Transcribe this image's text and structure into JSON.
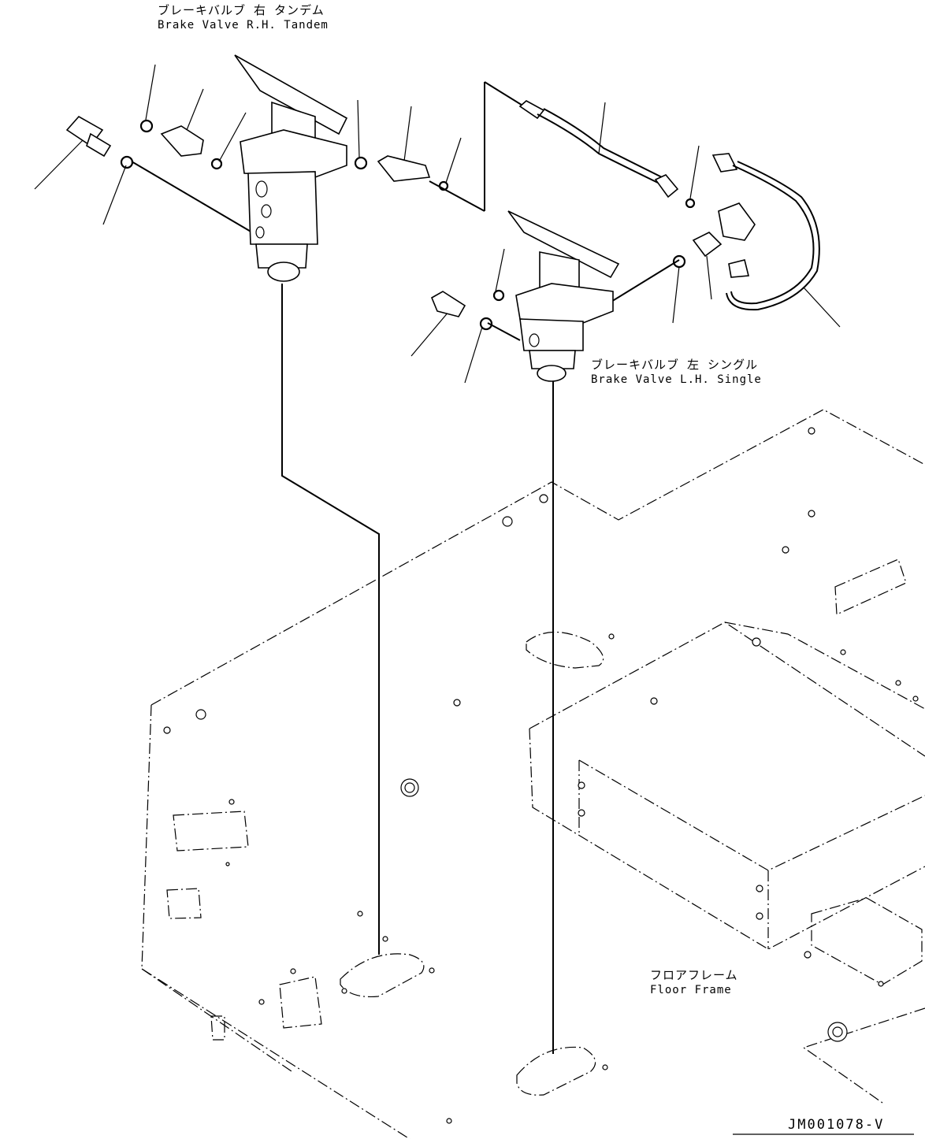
{
  "labels": {
    "brake_valve_rh": {
      "jp": "ブレーキバルブ 右 タンデム",
      "en": "Brake Valve R.H. Tandem"
    },
    "brake_valve_lh": {
      "jp": "ブレーキバルブ 左 シングル",
      "en": "Brake Valve L.H. Single"
    },
    "floor_frame": {
      "jp": "フロアフレーム",
      "en": "Floor Frame"
    },
    "drawing_code": "JM001078-V"
  }
}
